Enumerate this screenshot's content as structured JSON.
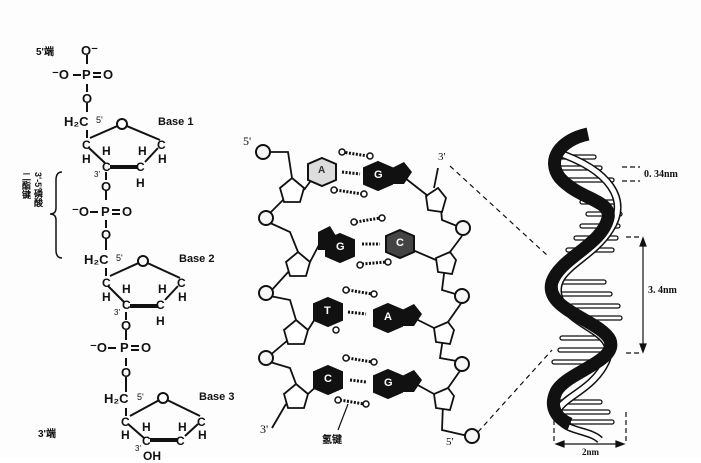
{
  "figure": {
    "title": "DNA structure: phosphodiester backbone, base pairing and double helix",
    "panels": {
      "chemical_structure": {
        "five_prime_end_label": "5'端",
        "three_prime_end_label": "3'端",
        "bond_bracket_label_line1": "3'-5'磷酸",
        "bond_bracket_label_line2": "二酯键",
        "nucleotides": [
          {
            "base_label": "Base 1",
            "carbon5_label": "5'",
            "carbon3_label": "3'",
            "ch2_label": "H₂C"
          },
          {
            "base_label": "Base 2",
            "carbon5_label": "5'",
            "carbon3_label": "3'",
            "ch2_label": "H₂C"
          },
          {
            "base_label": "Base 3",
            "carbon5_label": "5'",
            "carbon3_label": "3'",
            "ch2_label": "H₂C"
          }
        ],
        "phosphate": {
          "p": "P",
          "o": "O",
          "o_minus": "⁻O",
          "o_top": "O⁻"
        },
        "atoms": {
          "h": "H",
          "c": "C",
          "o": "O",
          "oh": "OH"
        }
      },
      "base_pairing": {
        "left_strand_top_label": "5'",
        "left_strand_bottom_label": "3'",
        "right_strand_top_label": "3'",
        "right_strand_bottom_label": "5'",
        "pairs": [
          {
            "left": "A",
            "right": "G",
            "left_style": "hatched",
            "right_style": "dark"
          },
          {
            "left": "G",
            "right": "C",
            "left_style": "dark",
            "right_style": "hatched"
          },
          {
            "left": "T",
            "right": "A",
            "left_style": "dark",
            "right_style": "dark"
          },
          {
            "left": "C",
            "right": "G",
            "left_style": "dark",
            "right_style": "dark"
          }
        ],
        "hydrogen_bond_label": "氢键"
      },
      "double_helix": {
        "rise_per_base_label": "0. 34nm",
        "pitch_label": "3. 4nm",
        "diameter_label": "2nm"
      }
    }
  }
}
